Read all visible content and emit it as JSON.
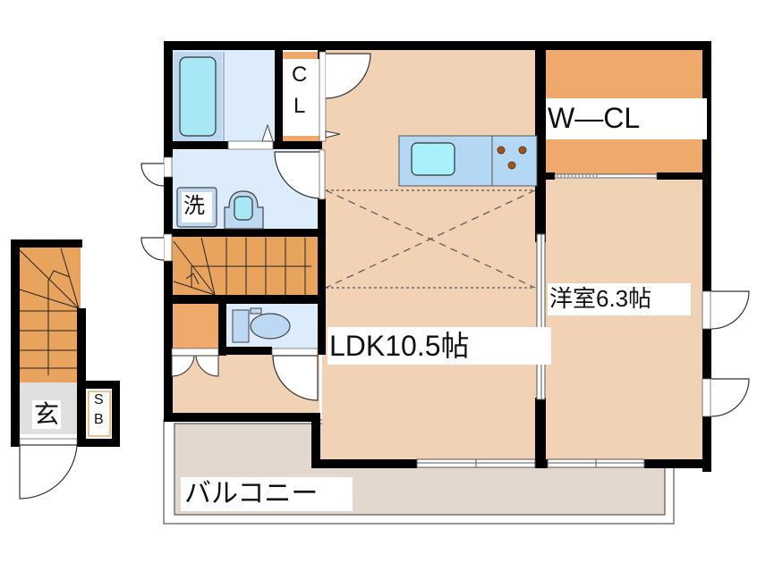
{
  "floorplan": {
    "title": "",
    "colors": {
      "wall": "#000000",
      "floor_wood": "#f2d2b4",
      "storage_orange": "#efa96b",
      "stairs": "#e8a45c",
      "wet_area": "#dcecfa",
      "bath_tub": "#a8e8f6",
      "kitchen_counter": "#b4d8f4",
      "entrance": "#e0e0e0",
      "balcony": "#e2d8ce",
      "burner": "#a8520e"
    },
    "rooms": {
      "ldk": {
        "label": "LDK10.5帖",
        "type": "LDK",
        "size_jo": 10.5
      },
      "western_room": {
        "label": "洋室6.3帖",
        "type": "洋室",
        "size_jo": 6.3
      },
      "walk_in_closet": {
        "label": "W—CL"
      },
      "closet": {
        "label_line1": "C",
        "label_line2": "L"
      },
      "balcony": {
        "label": "バルコニー"
      },
      "entrance": {
        "label": "玄"
      },
      "shoe_box": {
        "label_line1": "S",
        "label_line2": "B"
      },
      "washer": {
        "label": "洗"
      }
    },
    "fixtures": [
      "bathtub",
      "washbasin",
      "toilet",
      "kitchen-sink",
      "stove-3-burner",
      "stairs-upper",
      "stairs-lower"
    ]
  }
}
